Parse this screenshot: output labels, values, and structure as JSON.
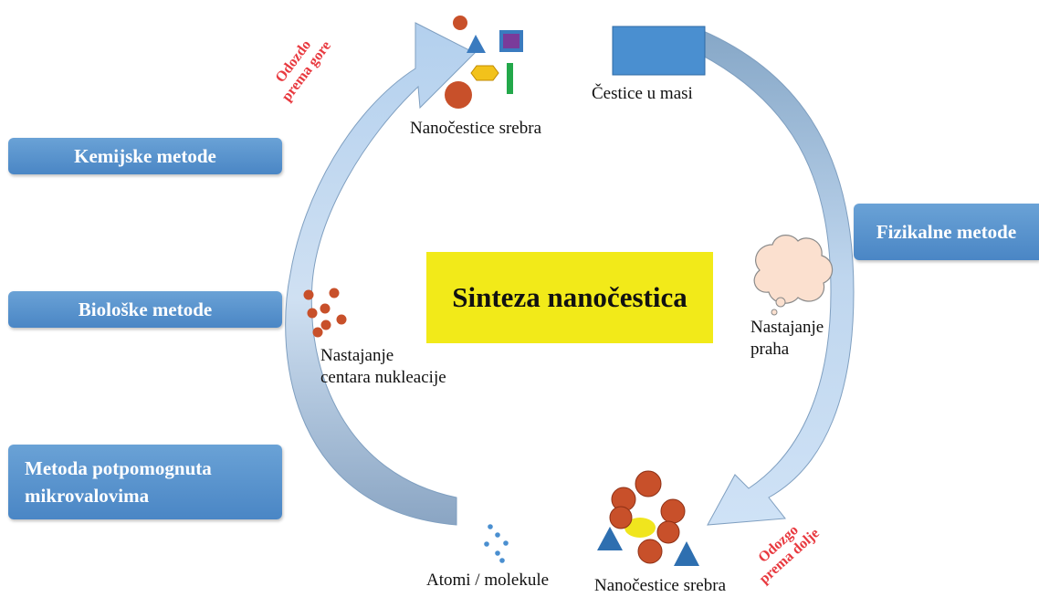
{
  "title": "Sinteza nanočestica",
  "methods": {
    "chemical": "Kemijske metode",
    "biological": "Biološke metode",
    "microwave_line1": "Metoda potpomognuta",
    "microwave_line2": "mikrovalovima",
    "physical": "Fizikalne metode"
  },
  "directions": {
    "bottom_up_line1": "Odozdo",
    "bottom_up_line2": "prema gore",
    "top_down_line1": "Odozgo",
    "top_down_line2": "prema dolje"
  },
  "captions": {
    "silver_top": "Nanočestice srebra",
    "bulk": "Čestice u masi",
    "powder_line1": "Nastajanje",
    "powder_line2": "praha",
    "silver_bottom": "Nanočestice srebra",
    "atoms": "Atomi / molekule",
    "nucleation_line1": "Nastajanje",
    "nucleation_line2": "centara nukleacije"
  },
  "colors": {
    "method_box": "#4a86c5",
    "title_box": "#f2ea19",
    "direction_text": "#e8393f",
    "left_arrow": "#b9d4ee",
    "right_arrow": "#7fa3c4",
    "particle_brown": "#c8502a",
    "particle_blue": "#2e75b6"
  }
}
